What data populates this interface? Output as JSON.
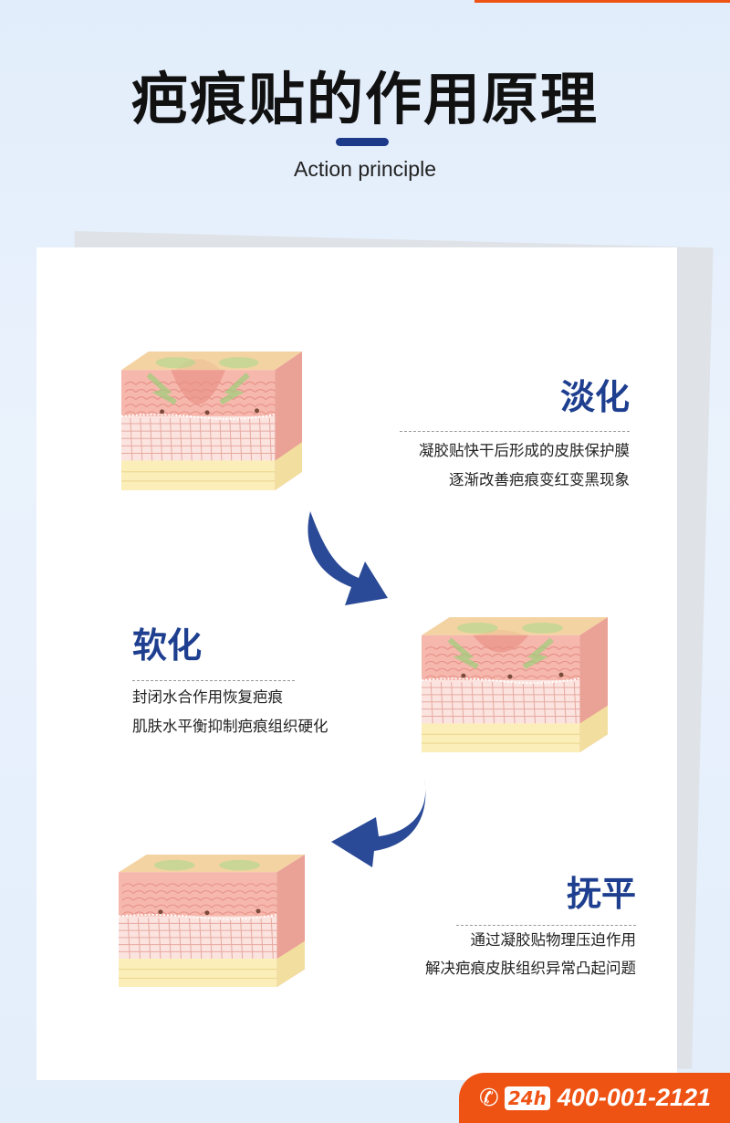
{
  "header": {
    "title": "疤痕贴的作用原理",
    "subtitle": "Action principle"
  },
  "steps": [
    {
      "title": "淡化",
      "lines": [
        "凝胶贴快干后形成的皮肤保护膜",
        "逐渐改善疤痕变红变黑现象"
      ]
    },
    {
      "title": "软化",
      "lines": [
        "封闭水合作用恢复疤痕",
        "肌肤水平衡抑制疤痕组织硬化"
      ]
    },
    {
      "title": "抚平",
      "lines": [
        "通过凝胶贴物理压迫作用",
        "解决疤痕皮肤组织异常凸起问题"
      ]
    }
  ],
  "hotline": {
    "badge": "24h",
    "number": "400-001-2121",
    "icon": "phone-icon"
  },
  "colors": {
    "accent": "#1e3f8f",
    "orange": "#ee5314",
    "arrow": "#2a4a97"
  }
}
